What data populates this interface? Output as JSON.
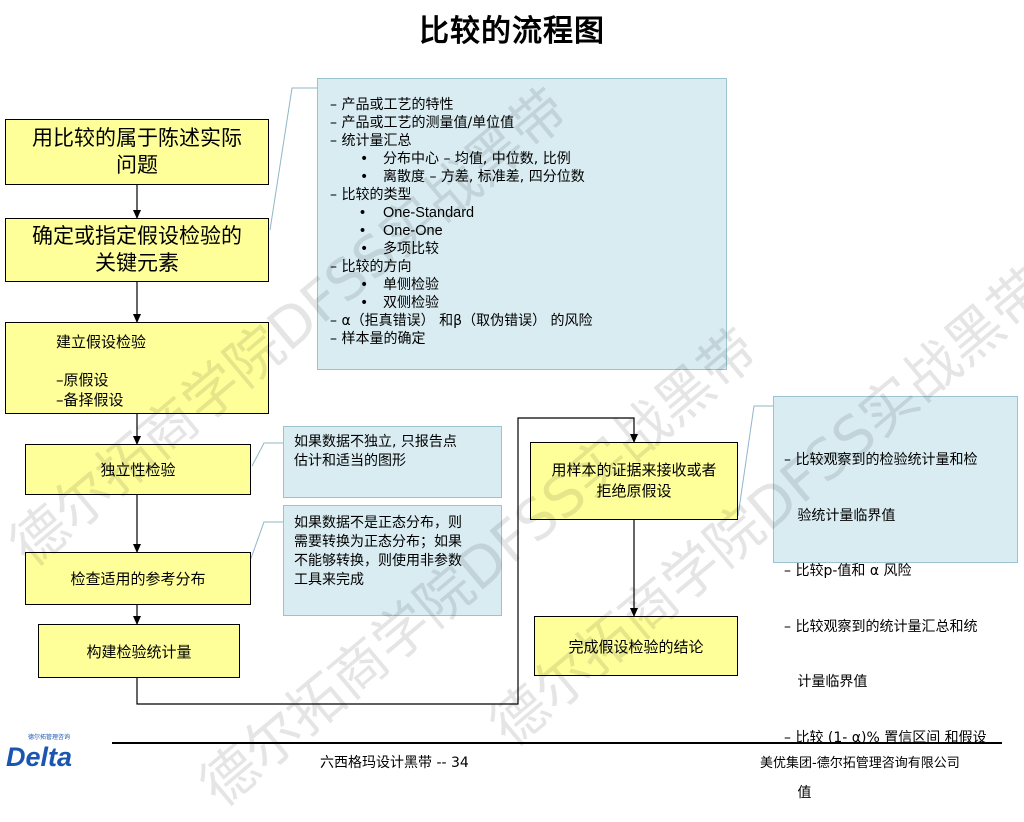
{
  "title": "比较的流程图",
  "flow_left": {
    "box1": [
      "用比较的属于陈述实际",
      "问题"
    ],
    "box2": [
      "确定或指定假设检验的",
      "关键元素"
    ],
    "box3": {
      "title": "建立假设检验",
      "items": [
        "–原假设",
        "–备择假设"
      ]
    },
    "box4": "独立性检验",
    "box5": "检查适用的参考分布",
    "box6": "构建检验统计量"
  },
  "flow_right": {
    "box7": [
      "用样本的证据来接收或者",
      "拒绝原假设"
    ],
    "box8": "完成假设检验的结论"
  },
  "notes": {
    "elements": [
      {
        "kind": "dash",
        "text": "– 产品或工艺的特性"
      },
      {
        "kind": "dash",
        "text": "– 产品或工艺的测量值/单位值"
      },
      {
        "kind": "dash",
        "text": "– 统计量汇总"
      },
      {
        "kind": "bul",
        "text": "分布中心 – 均值, 中位数, 比例"
      },
      {
        "kind": "bul",
        "text": "离散度 – 方差, 标准差, 四分位数"
      },
      {
        "kind": "dash",
        "text": "– 比较的类型"
      },
      {
        "kind": "bul-en",
        "text": "One-Standard"
      },
      {
        "kind": "bul-en",
        "text": "One-One"
      },
      {
        "kind": "bul",
        "text": "多项比较"
      },
      {
        "kind": "dash",
        "text": "– 比较的方向"
      },
      {
        "kind": "bul",
        "text": "单侧检验"
      },
      {
        "kind": "bul",
        "text": "双侧检验"
      },
      {
        "kind": "dash",
        "text": "– α（拒真错误） 和β（取伪错误） 的风险"
      },
      {
        "kind": "dash",
        "text": "– 样本量的确定"
      }
    ],
    "independence": [
      "如果数据不独立, 只报告点",
      "估计和适当的图形"
    ],
    "distribution": [
      "如果数据不是正态分布，则",
      "需要转换为正态分布；如果",
      "不能够转换，则使用非参数",
      "工具来完成"
    ],
    "decision": [
      "– 比较观察到的检验统计量和检",
      "   验统计量临界值",
      "– 比较p-值和 α 风险",
      "– 比较观察到的统计量汇总和统",
      "   计量临界值",
      "– 比较 (1- α)% 置信区间 和假设",
      "   值"
    ]
  },
  "footer": {
    "page": "六西格玛设计黑带 -- 34",
    "company": "美优集团-德尔拓管理咨询有限公司",
    "logo_text": "Delta",
    "logo_tag": "德尔拓管理咨询"
  },
  "watermark": "德尔拓商学院DFSS实战黑带",
  "colors": {
    "flow_box": "#ffff99",
    "note_box": "#d9ecf2",
    "logo": "#1a56b0"
  }
}
